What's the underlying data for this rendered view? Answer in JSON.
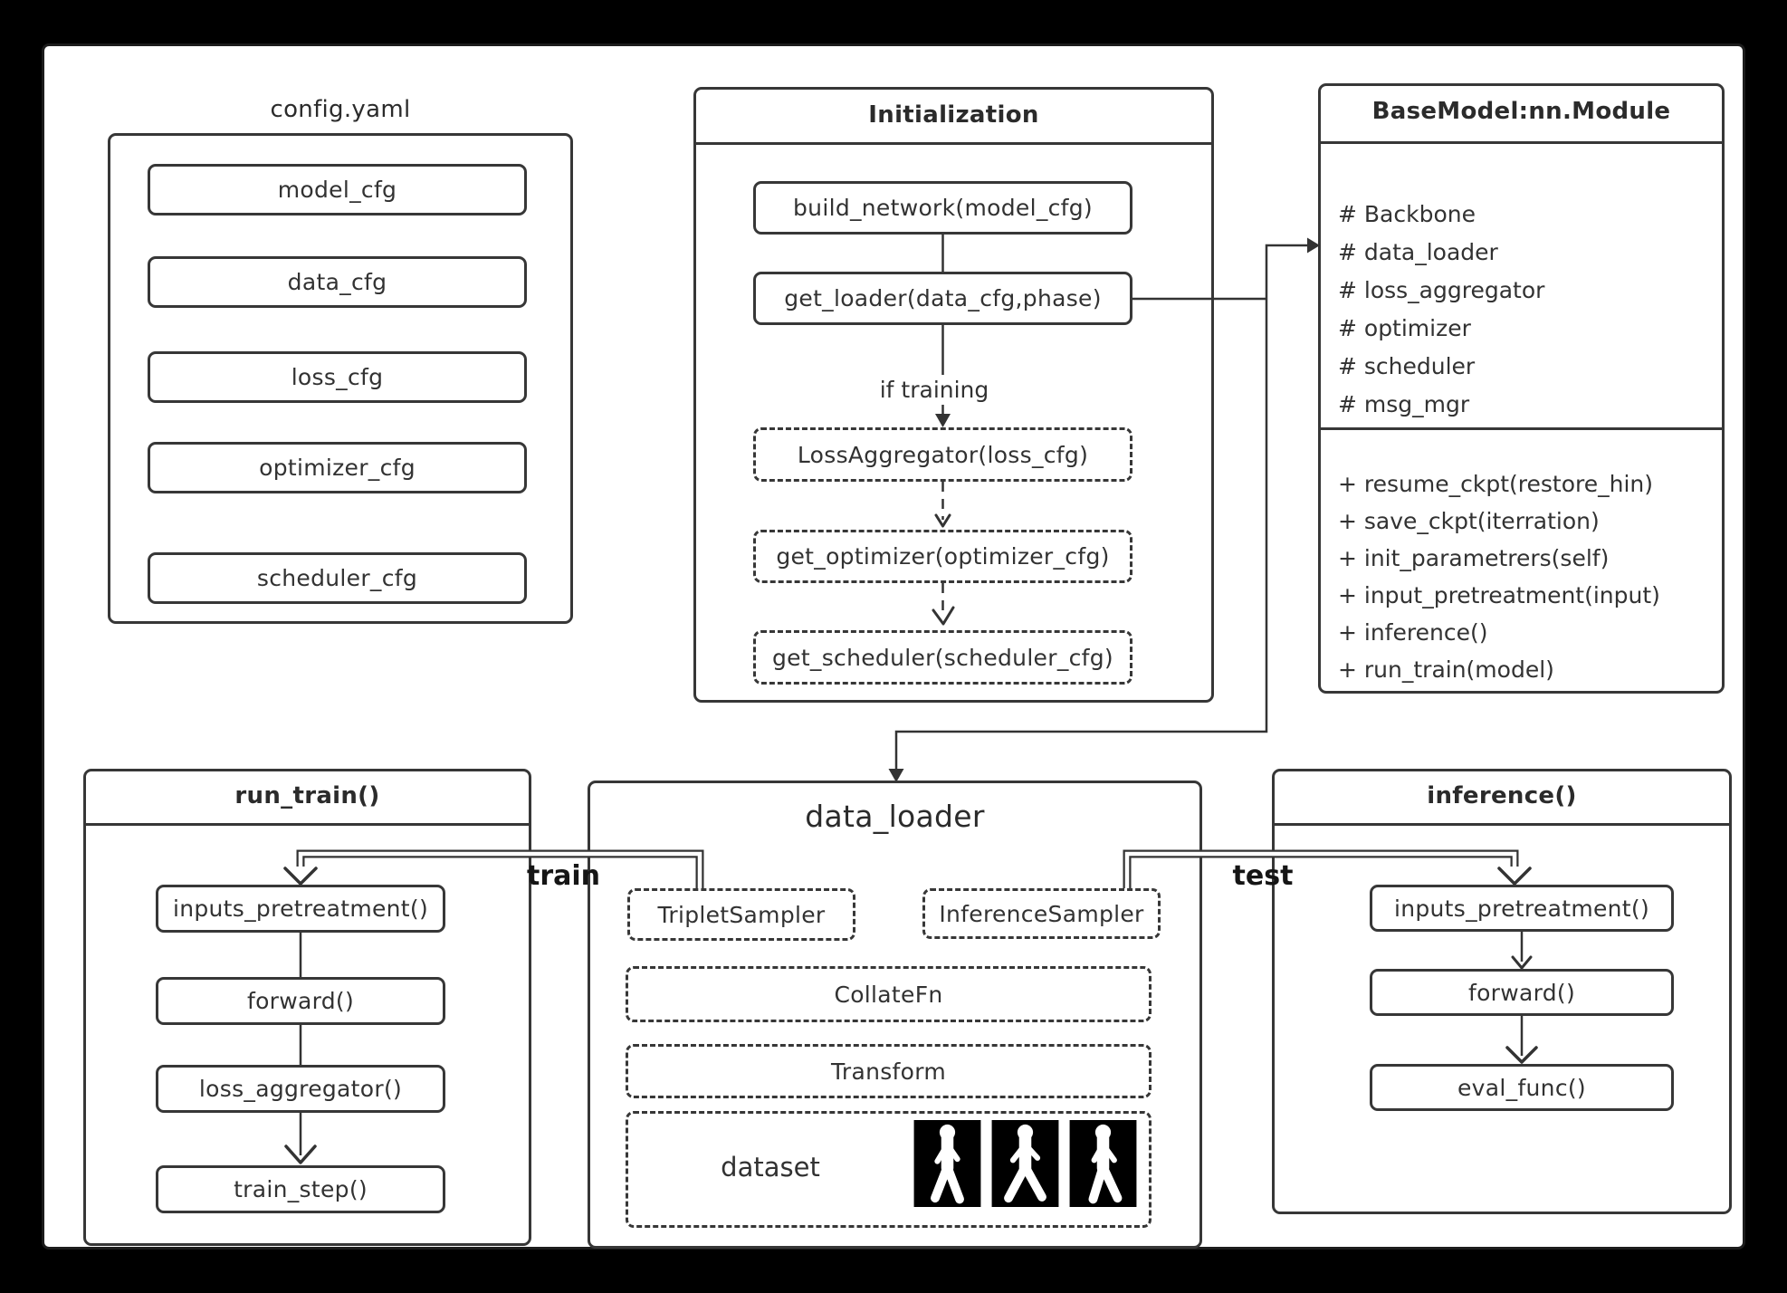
{
  "colors": {
    "background": "#000000",
    "canvas": "#ffffff",
    "stroke": "#373737",
    "text": "#323232"
  },
  "config_yaml": {
    "title": "config.yaml",
    "items": [
      "model_cfg",
      "data_cfg",
      "loss_cfg",
      "optimizer_cfg",
      "scheduler_cfg"
    ]
  },
  "initialization": {
    "title": "Initialization",
    "build_network": "build_network(model_cfg)",
    "get_loader": "get_loader(data_cfg,phase)",
    "condition_label": "if training",
    "loss_aggregator": "LossAggregator(loss_cfg)",
    "get_optimizer": "get_optimizer(optimizer_cfg)",
    "get_scheduler": "get_scheduler(scheduler_cfg)"
  },
  "base_model": {
    "title": "BaseModel:nn.Module",
    "attributes": [
      "# Backbone",
      "# data_loader",
      "# loss_aggregator",
      "# optimizer",
      "# scheduler",
      "# msg_mgr"
    ],
    "methods": [
      "+ resume_ckpt(restore_hin)",
      "+ save_ckpt(iterration)",
      "+ init_parametrers(self)",
      "+ input_pretreatment(input)",
      "+ inference()",
      "+ run_train(model)"
    ]
  },
  "run_train": {
    "title": "run_train()",
    "steps": [
      "inputs_pretreatment()",
      "forward()",
      "loss_aggregator()",
      "train_step()"
    ]
  },
  "data_loader": {
    "title": "data_loader",
    "train_label": "train",
    "test_label": "test",
    "boxes": {
      "triplet_sampler": "TripletSampler",
      "inference_sampler": "InferenceSampler",
      "collate_fn": "CollateFn",
      "transform": "Transform",
      "dataset": "dataset"
    },
    "dataset_icons": [
      "gait-silhouette",
      "gait-silhouette",
      "gait-silhouette"
    ]
  },
  "inference": {
    "title": "inference()",
    "steps": [
      "inputs_pretreatment()",
      "forward()",
      "eval_func()"
    ]
  }
}
